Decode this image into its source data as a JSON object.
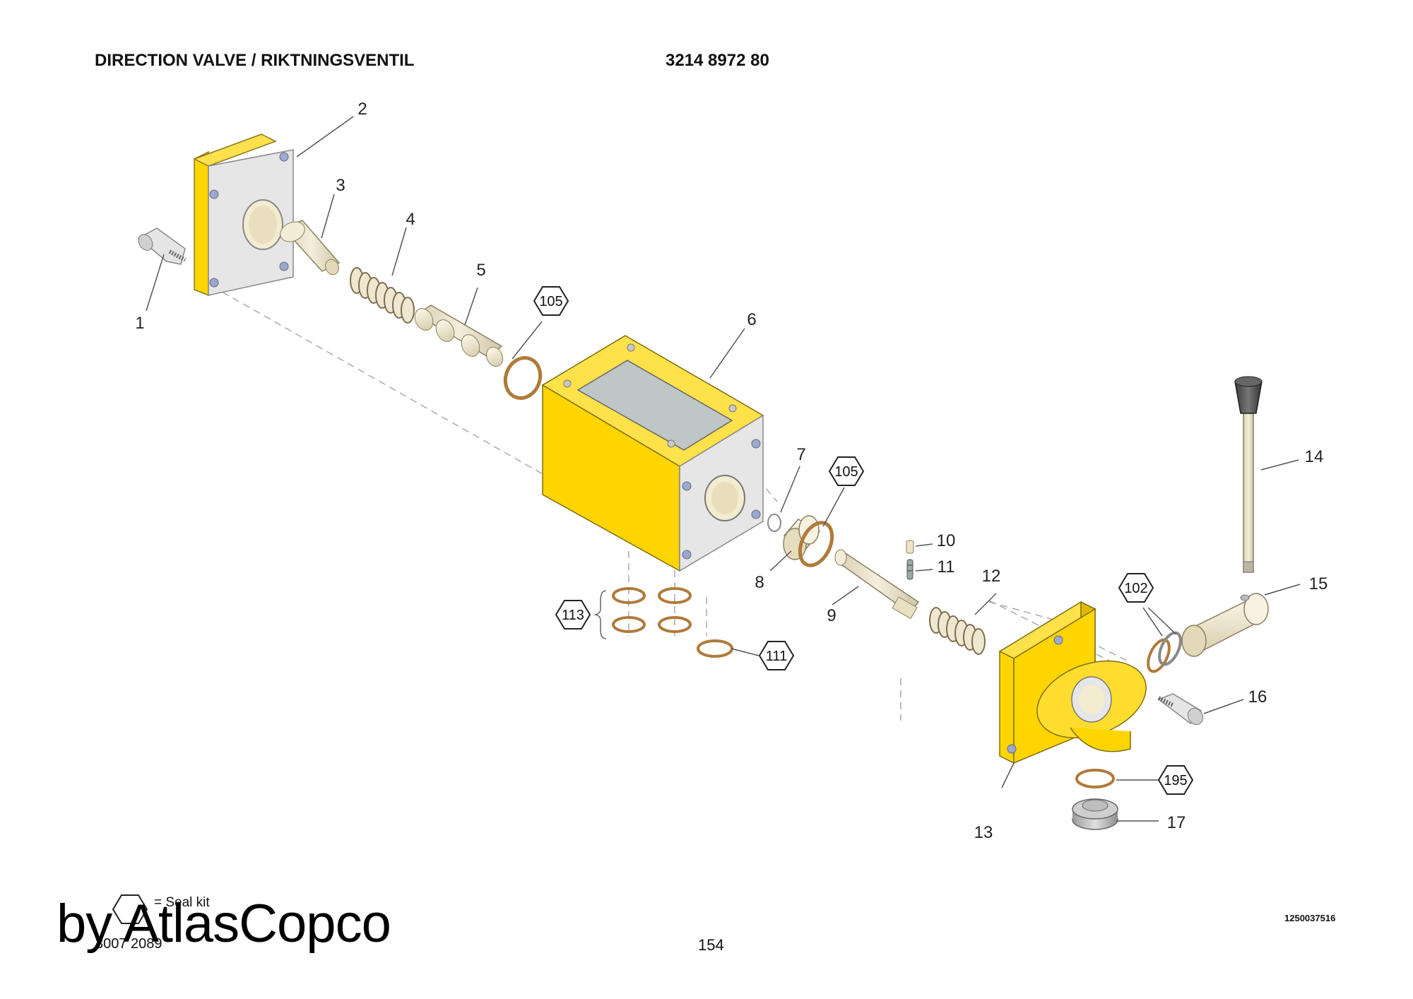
{
  "header": {
    "title": "DIRECTION VALVE / RIKTNINGSVENTIL",
    "part_number": "3214 8972 80"
  },
  "callouts": [
    "1",
    "2",
    "3",
    "4",
    "5",
    "6",
    "7",
    "8",
    "9",
    "10",
    "11",
    "12",
    "13",
    "14",
    "15",
    "16",
    "17"
  ],
  "seal_kits": [
    "105",
    "105",
    "113",
    "111",
    "102",
    "195"
  ],
  "legend": {
    "seal_kit_label": "= Seal kit"
  },
  "footer": {
    "document_code": "3007 2089",
    "page_number": "154",
    "image_number": "1250037516",
    "watermark": "by AtlasCopco"
  },
  "colors": {
    "housing_yellow": "#FFD500",
    "face_gray": "#E6E6E6",
    "gasket_gray": "#BFC7C6",
    "oring_brown": "#B07A3A",
    "part_cream": "#EFE7CF"
  }
}
